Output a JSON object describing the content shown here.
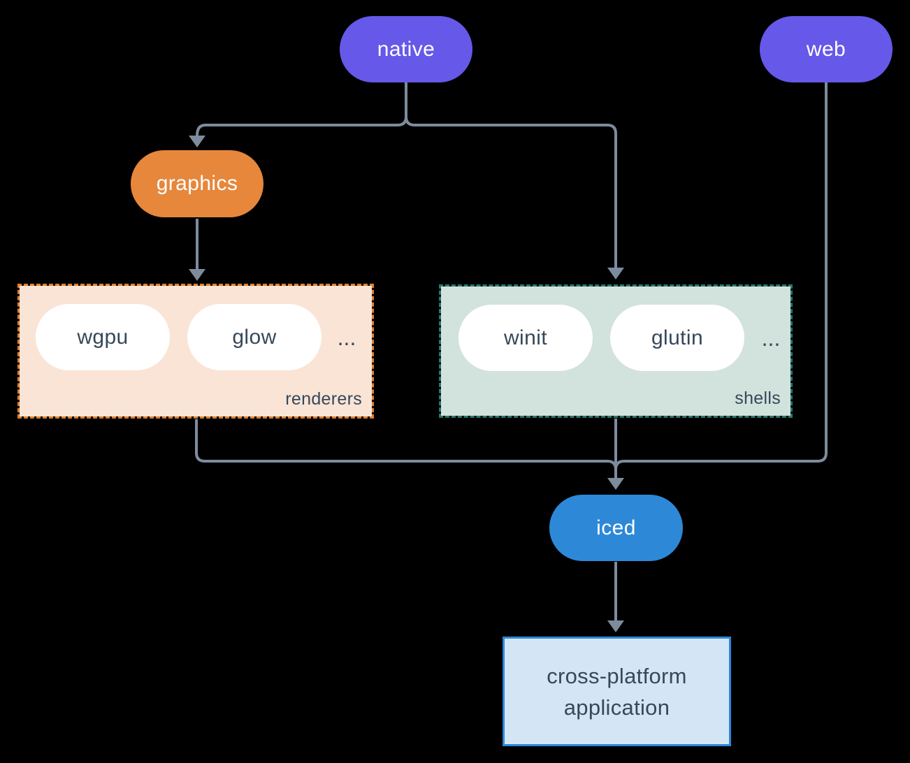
{
  "nodes": {
    "native": {
      "label": "native",
      "fill": "#6658e8"
    },
    "web": {
      "label": "web",
      "fill": "#6658e8"
    },
    "graphics": {
      "label": "graphics",
      "fill": "#e6873c"
    },
    "iced": {
      "label": "iced",
      "fill": "#2d89d8"
    },
    "application": {
      "line1": "cross-platform",
      "line2": "application",
      "fill": "#d4e6f6",
      "border": "#2d86d8"
    }
  },
  "groups": {
    "renderers": {
      "label": "renderers",
      "ellipsis": "...",
      "fill": "#f9e4d6",
      "border": "#e0802f",
      "items": [
        {
          "label": "wgpu"
        },
        {
          "label": "glow"
        }
      ]
    },
    "shells": {
      "label": "shells",
      "ellipsis": "...",
      "fill": "#d2e2dc",
      "border": "#27796a",
      "items": [
        {
          "label": "winit"
        },
        {
          "label": "glutin"
        }
      ]
    }
  },
  "edges": [
    {
      "from": "native",
      "to": "graphics"
    },
    {
      "from": "native",
      "to": "shells"
    },
    {
      "from": "graphics",
      "to": "renderers"
    },
    {
      "from": "renderers",
      "to": "iced"
    },
    {
      "from": "shells",
      "to": "iced"
    },
    {
      "from": "web",
      "to": "iced"
    },
    {
      "from": "iced",
      "to": "application"
    }
  ],
  "colors": {
    "background": "#000000",
    "connector": "#7d8c9d",
    "dark_text": "#36485a",
    "light_text": "#ffffff"
  }
}
